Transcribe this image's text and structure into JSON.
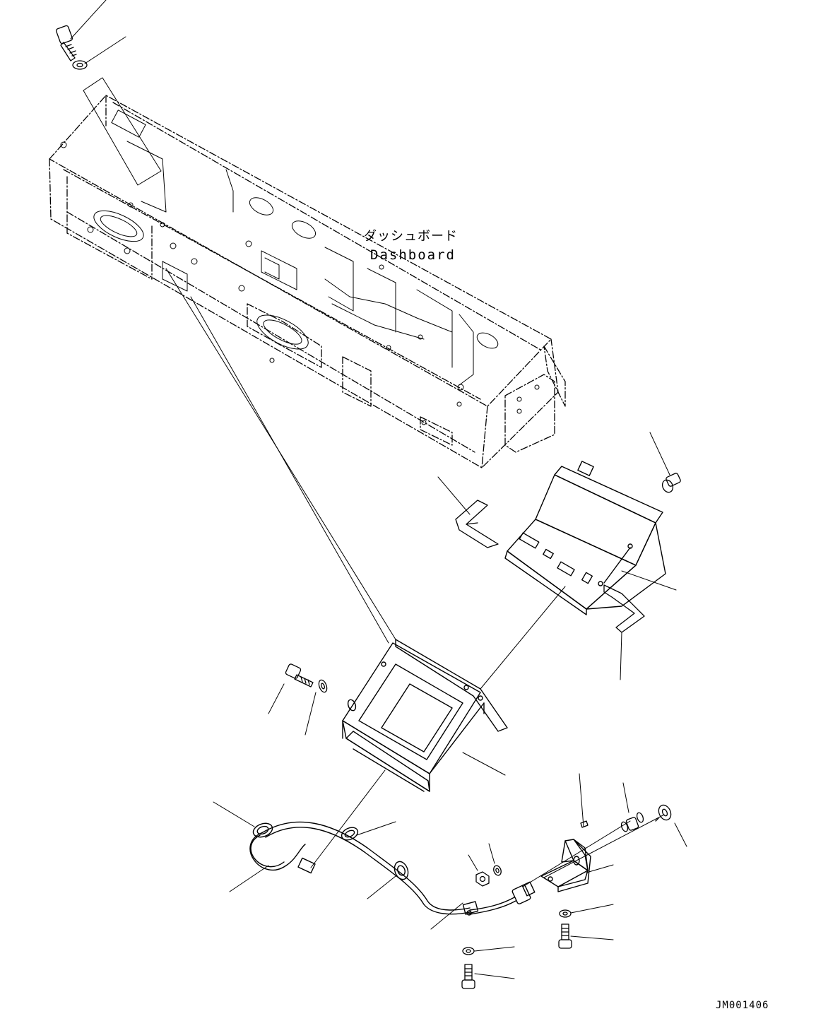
{
  "callout": {
    "dashboard_jp": "ダッシュボード",
    "dashboard_en": "Dashboard"
  },
  "drawing_code": "JM001406"
}
